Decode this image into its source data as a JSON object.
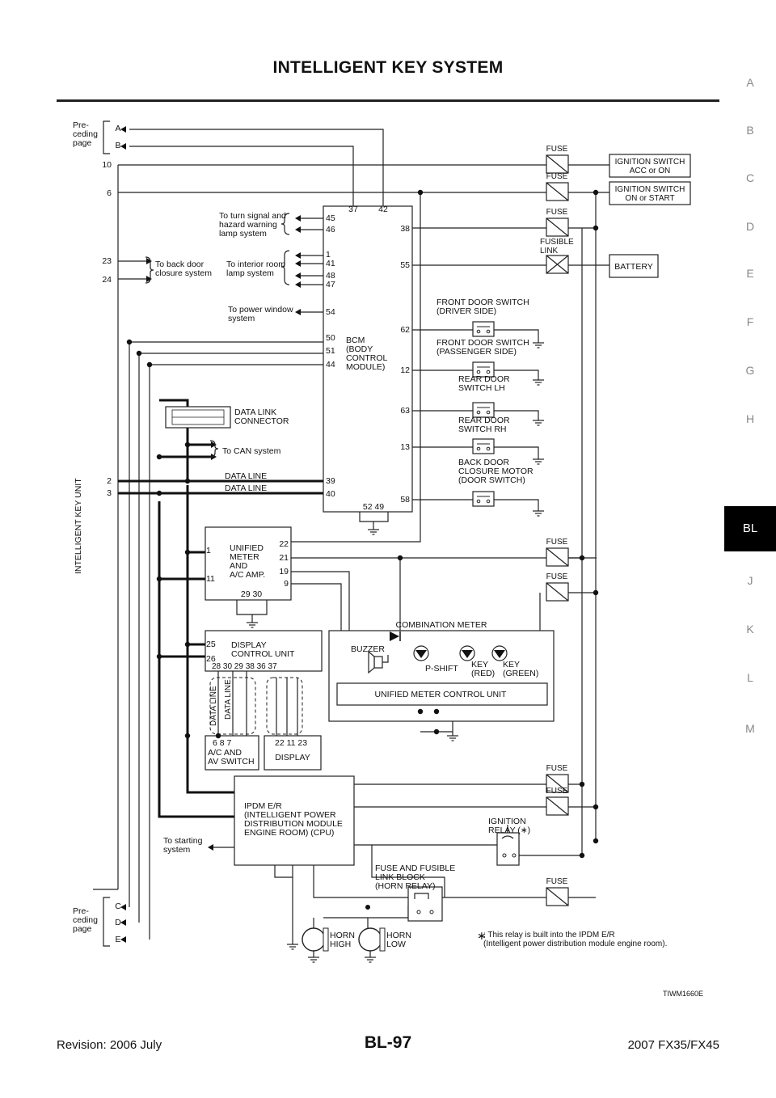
{
  "header": {
    "title": "INTELLIGENT KEY SYSTEM"
  },
  "tabs": [
    "A",
    "B",
    "C",
    "D",
    "E",
    "F",
    "G",
    "H",
    "BL",
    "J",
    "K",
    "L",
    "M"
  ],
  "active_tab": "BL",
  "footer": {
    "revision": "Revision: 2006 July",
    "page": "BL-97",
    "model": "2007 FX35/FX45"
  },
  "diagram": {
    "ref_code": "TIWM1660E",
    "preceding_top": {
      "label": "Pre-\nceding\npage",
      "connectors": [
        "A",
        "B"
      ]
    },
    "preceding_bottom": {
      "label": "Pre-\nceding\npage",
      "connectors": [
        "C",
        "D",
        "E"
      ]
    },
    "intelligent_key_unit": {
      "label": "INTELLIGENT KEY UNIT",
      "pins": [
        "10",
        "6",
        "23",
        "24",
        "2",
        "3"
      ]
    },
    "fuse_label": "FUSE",
    "fusible_link_label": "FUSIBLE\nLINK",
    "ignition_acc": "IGNITION SWITCH\nACC or ON",
    "ignition_on": "IGNITION SWITCH\nON or START",
    "battery": "BATTERY",
    "bcm": {
      "label": "BCM\n(BODY\nCONTROL\nMODULE)",
      "top_pins": [
        "37",
        "42"
      ],
      "left_pins": [
        "45",
        "46",
        "1",
        "41",
        "48",
        "47",
        "54",
        "50",
        "51",
        "44",
        "39",
        "40"
      ],
      "right_pins": [
        "38",
        "55",
        "62",
        "12",
        "63",
        "13",
        "58"
      ],
      "bottom_pins": "52  49"
    },
    "destinations": {
      "turn_signal": "To turn signal and\nhazard warning\nlamp system",
      "back_door": "To back door\nclosure system",
      "interior_room": "To interior room\nlamp system",
      "power_window": "To power window\nsystem",
      "can": "To CAN system",
      "starting": "To starting\nsystem"
    },
    "data_link": "DATA LINK\nCONNECTOR",
    "data_line": "DATA LINE",
    "switches": [
      "FRONT DOOR SWITCH\n(DRIVER SIDE)",
      "FRONT DOOR SWITCH\n(PASSENGER SIDE)",
      "REAR DOOR\nSWITCH LH",
      "REAR DOOR\nSWITCH RH",
      "BACK DOOR\nCLOSURE MOTOR\n(DOOR SWITCH)"
    ],
    "unified_meter": {
      "label": "UNIFIED\nMETER\nAND\nA/C AMP.",
      "left_pins": [
        "1",
        "11"
      ],
      "right_pins": [
        "22",
        "21",
        "19",
        "9"
      ],
      "bottom_pins": "29  30"
    },
    "display_control": {
      "label": "DISPLAY\nCONTROL UNIT",
      "left_pins": [
        "25",
        "26"
      ],
      "bottom_pins": "28  30  29        38  36  37"
    },
    "combination_meter": {
      "label": "COMBINATION METER",
      "buzzer": "BUZZER",
      "p_shift": "P-SHIFT",
      "key_red": "KEY\n(RED)",
      "key_green": "KEY\n(GREEN)",
      "control_unit": "UNIFIED METER CONTROL UNIT"
    },
    "ac_av_switch": {
      "label": "A/C AND\nAV SWITCH",
      "pins": "6   8   7"
    },
    "display": {
      "label": "DISPLAY",
      "pins": "22  11  23"
    },
    "ipdm": "IPDM E/R\n(INTELLIGENT POWER\nDISTRIBUTION MODULE\nENGINE ROOM) (CPU)",
    "ignition_relay": "IGNITION\nRELAY (∗)",
    "fuse_fusible_block": "FUSE AND FUSIBLE\nLINK BLOCK\n(HORN RELAY)",
    "horn_high": "HORN\nHIGH",
    "horn_low": "HORN\nLOW",
    "note_star": "∗",
    "note": ": This relay is built into the IPDM E/R\n(Intelligent power distribution module engine room)."
  }
}
